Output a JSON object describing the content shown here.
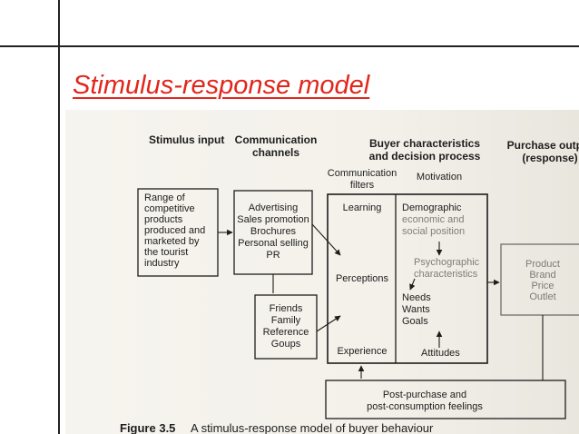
{
  "slide": {
    "title": "Stimulus-response model"
  },
  "diagram": {
    "headers": {
      "stimulus": "Stimulus input",
      "comm_channels": [
        "Communication",
        "channels"
      ],
      "buyer": [
        "Buyer characteristics",
        "and decision process"
      ],
      "purchase": [
        "Purchase output",
        "(response)"
      ],
      "comm_filters": [
        "Communication",
        "filters"
      ],
      "motivation": "Motivation"
    },
    "boxes": {
      "range": [
        "Range of",
        "competitive",
        "products",
        "produced and",
        "marketed by",
        "the tourist",
        "industry"
      ],
      "advertising": [
        "Advertising",
        "Sales promotion",
        "Brochures",
        "Personal selling",
        "PR"
      ],
      "friends": [
        "Friends",
        "Family",
        "Reference",
        "Goups"
      ],
      "filters": [
        "Learning",
        "Perceptions",
        "Experience"
      ],
      "motivation_items": {
        "demographic": [
          "Demographic",
          "economic and",
          "social position"
        ],
        "psychographic": [
          "Psychographic",
          "characteristics"
        ],
        "needs": [
          "Needs",
          "Wants",
          "Goals"
        ],
        "attitudes": "Attitudes"
      },
      "output": [
        "Product",
        "Brand",
        "Price",
        "Outlet"
      ],
      "post": [
        "Post-purchase and",
        "post-consumption feelings"
      ]
    },
    "caption": {
      "label": "Figure 3.5",
      "text": "A stimulus-response model of buyer behaviour"
    }
  }
}
